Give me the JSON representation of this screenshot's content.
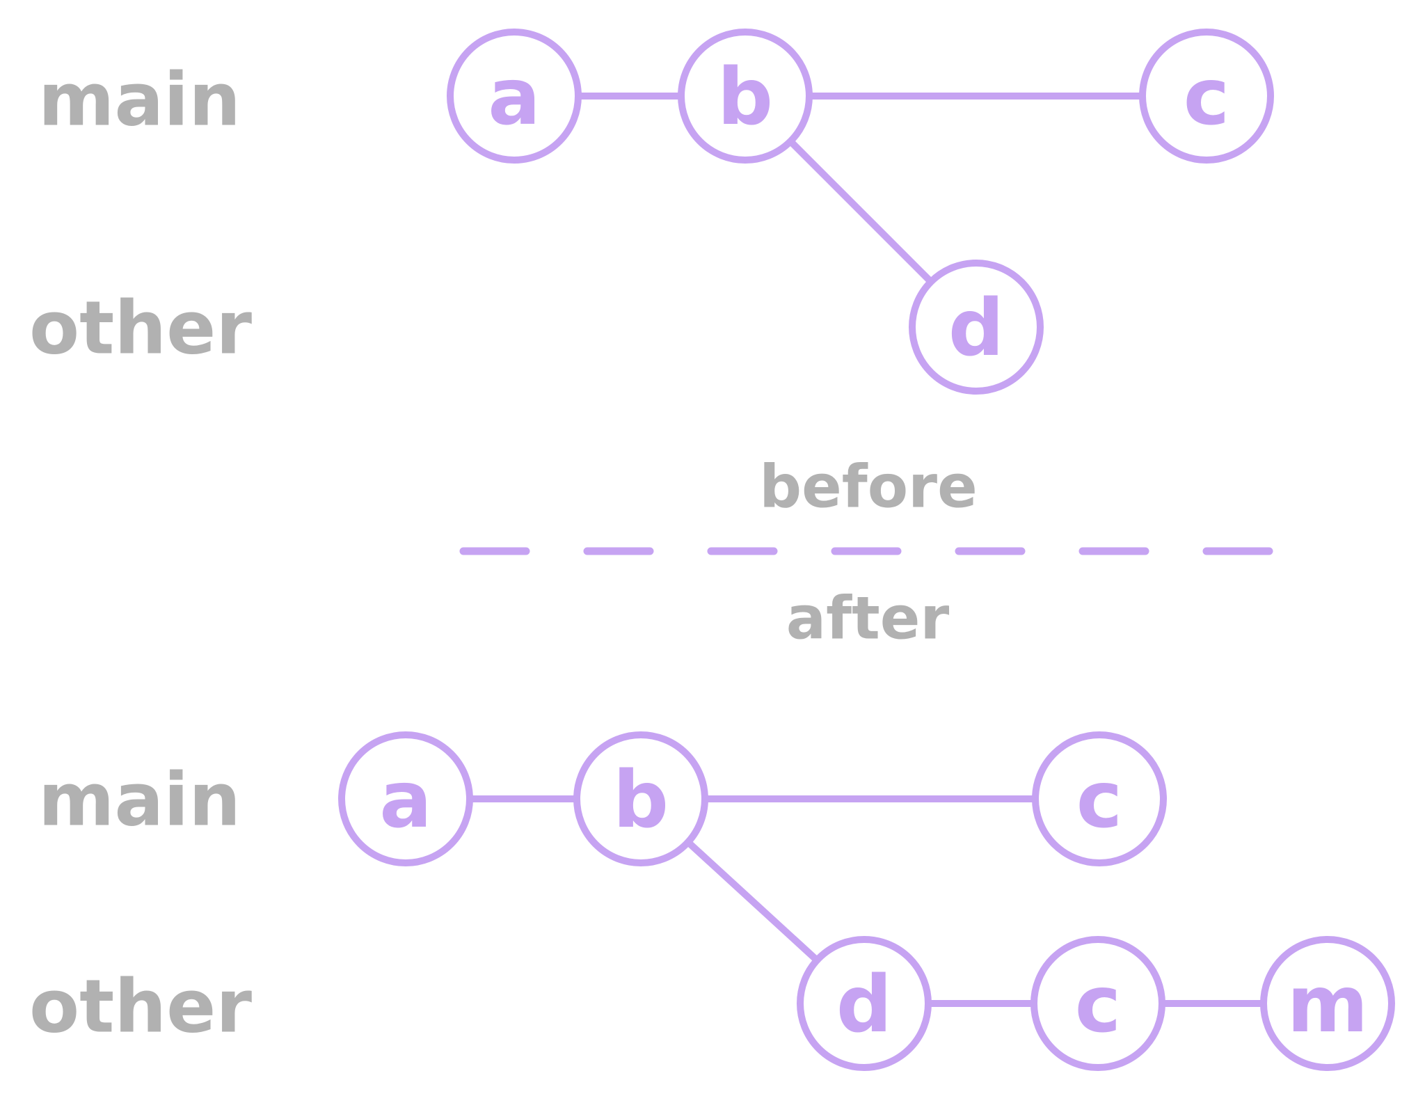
{
  "colors": {
    "accent_purple": "#c6a3f2",
    "label_gray": "#b1b1b1"
  },
  "before_section": {
    "main_label": "main",
    "other_label": "other",
    "main_nodes": [
      {
        "label": "a"
      },
      {
        "label": "b"
      },
      {
        "label": "c"
      }
    ],
    "other_nodes": [
      {
        "label": "d"
      }
    ],
    "edges": [
      [
        "a",
        "b"
      ],
      [
        "b",
        "c"
      ],
      [
        "b",
        "d"
      ]
    ]
  },
  "divider": {
    "before_label": "before",
    "after_label": "after"
  },
  "after_section": {
    "main_label": "main",
    "other_label": "other",
    "main_nodes": [
      {
        "label": "a"
      },
      {
        "label": "b"
      },
      {
        "label": "c"
      }
    ],
    "other_nodes": [
      {
        "label": "d"
      },
      {
        "label": "c"
      },
      {
        "label": "m"
      }
    ],
    "edges": [
      [
        "a",
        "b"
      ],
      [
        "b",
        "c"
      ],
      [
        "b",
        "d"
      ],
      [
        "d",
        "c"
      ],
      [
        "c",
        "m"
      ]
    ]
  }
}
